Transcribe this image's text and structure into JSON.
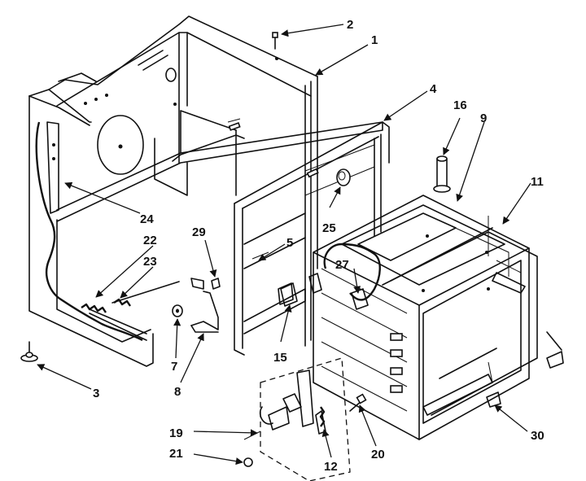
{
  "callouts": {
    "c1": "1",
    "c2": "2",
    "c3": "3",
    "c4": "4",
    "c5": "5",
    "c7": "7",
    "c8": "8",
    "c9": "9",
    "c11": "11",
    "c12": "12",
    "c15": "15",
    "c16": "16",
    "c19": "19",
    "c20": "20",
    "c21": "21",
    "c22": "22",
    "c23": "23",
    "c24": "24",
    "c25": "25",
    "c27": "27",
    "c29": "29",
    "c30": "30"
  }
}
